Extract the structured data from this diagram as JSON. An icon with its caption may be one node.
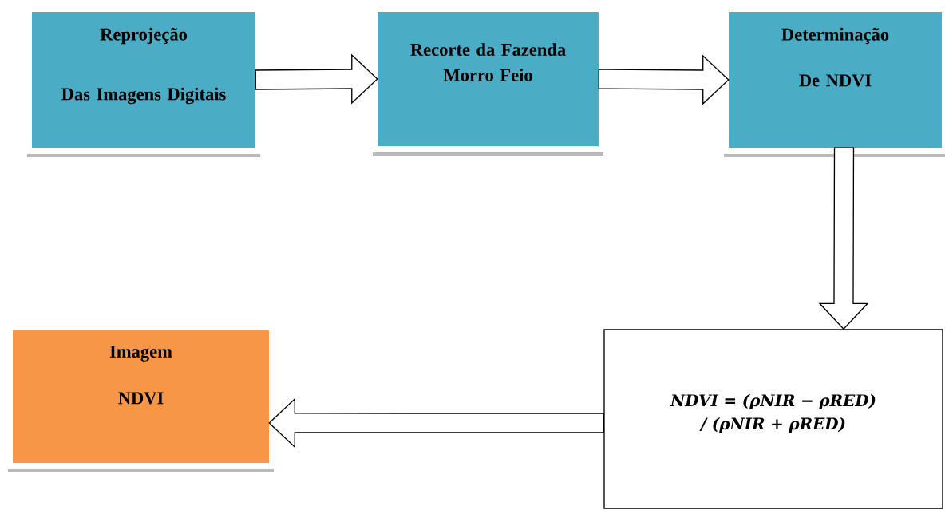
{
  "diagram": {
    "nodes": [
      {
        "text": [
          "Reprojeção",
          "Das Imagens Digitais"
        ]
      },
      {
        "text": [
          "Recorte da Fazenda Morro Feio"
        ]
      },
      {
        "text": [
          "Determinação",
          "De NDVI"
        ]
      },
      {
        "text": [
          "NDVI = (ρNIR − ρRED) / (ρNIR + ρRED)"
        ]
      },
      {
        "text": [
          "Imagem",
          "NDVI"
        ]
      }
    ],
    "edges": [
      {
        "from": 0,
        "to": 1,
        "arrow": "to"
      },
      {
        "from": 1,
        "to": 2,
        "arrow": "to"
      },
      {
        "from": 2,
        "to": 3,
        "arrow": "to"
      },
      {
        "from": 3,
        "to": 4,
        "arrow": "to"
      }
    ]
  }
}
